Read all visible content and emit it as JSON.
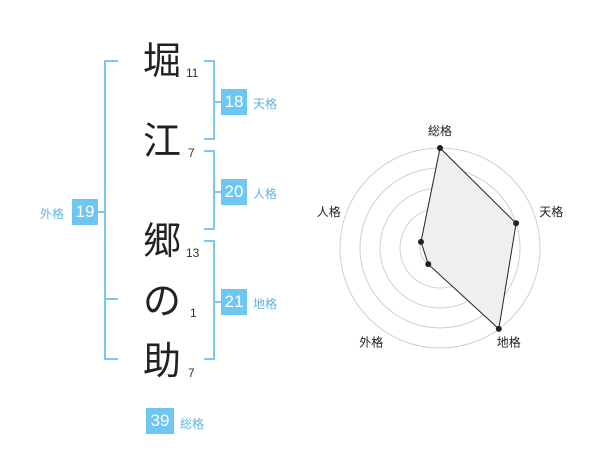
{
  "name_chars": [
    {
      "char": "堀",
      "strokes": "11"
    },
    {
      "char": "江",
      "strokes": "7"
    },
    {
      "char": "郷",
      "strokes": "13"
    },
    {
      "char": "の",
      "strokes": "1"
    },
    {
      "char": "助",
      "strokes": "7"
    }
  ],
  "fortunes": {
    "tenkaku": {
      "value": "18",
      "label": "天格"
    },
    "jinkaku": {
      "value": "20",
      "label": "人格"
    },
    "chikaku": {
      "value": "21",
      "label": "地格"
    },
    "gaikaku": {
      "value": "19",
      "label": "外格"
    },
    "soukaku": {
      "value": "39",
      "label": "総格"
    }
  },
  "colors": {
    "accent": "#6ec6f2",
    "bracket": "#7cc7f0",
    "text": "#222222"
  },
  "chart_data": {
    "type": "radar",
    "axes": [
      "総格",
      "天格",
      "地格",
      "外格",
      "人格"
    ],
    "values": [
      5,
      4,
      5,
      1,
      1
    ],
    "max": 5,
    "rings": 5,
    "grid": true
  }
}
